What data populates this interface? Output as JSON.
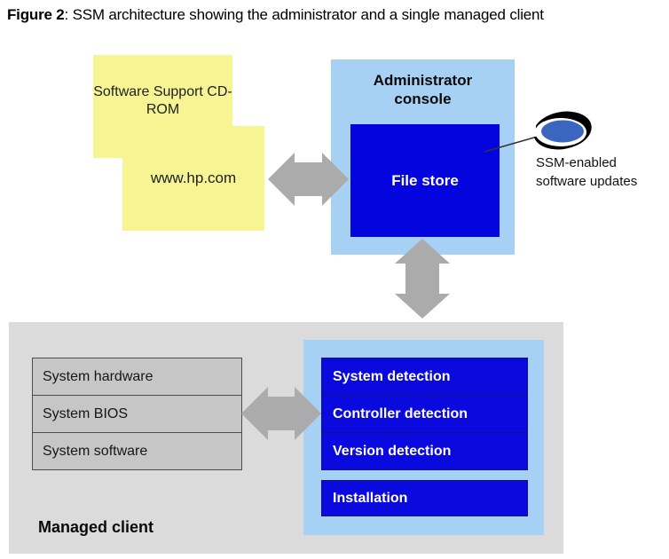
{
  "figure": {
    "label": "Figure 2",
    "caption": ": SSM architecture showing the administrator and a single managed client"
  },
  "colors": {
    "yellow_box": "#F7F494",
    "light_blue": "#A6D1F4",
    "dark_blue": "#0404DE",
    "dark_blue_border": "#10107E",
    "managed_client_bg": "#DBDBDB",
    "component_gray": "#C6C6C6",
    "component_border": "#4D4D4D",
    "arrow_gray": "#ABABAB",
    "disc_blue": "#3A66C0"
  },
  "sources": {
    "cdrom_label": "Software Support CD-ROM",
    "web_label": "www.hp.com"
  },
  "admin_console": {
    "title": "Administrator console",
    "file_store_label": "File store"
  },
  "updates": {
    "icon": "ssm-disc",
    "label": "SSM-enabled software updates"
  },
  "managed_client": {
    "label": "Managed client",
    "components": [
      "System hardware",
      "System BIOS",
      "System software"
    ],
    "detections": [
      "System detection",
      "Controller detection",
      "Version detection"
    ],
    "installation_label": "Installation"
  }
}
